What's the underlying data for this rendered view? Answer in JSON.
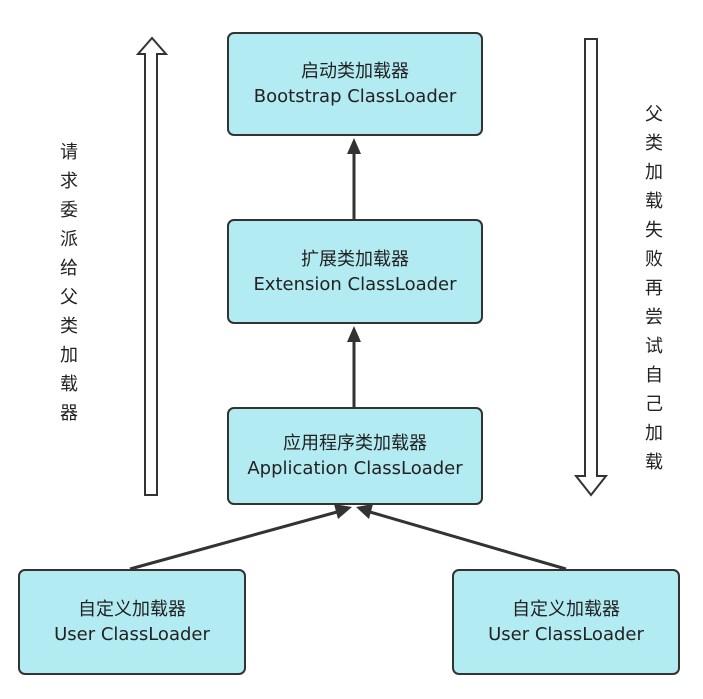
{
  "nodes": {
    "bootstrap": {
      "cn": "启动类加载器",
      "en": "Bootstrap ClassLoader"
    },
    "extension": {
      "cn": "扩展类加载器",
      "en": "Extension ClassLoader"
    },
    "application": {
      "cn": "应用程序类加载器",
      "en": "Application ClassLoader"
    },
    "user_left": {
      "cn": "自定义加载器",
      "en": "User ClassLoader"
    },
    "user_right": {
      "cn": "自定义加载器",
      "en": "User ClassLoader"
    }
  },
  "side_labels": {
    "left": "请求委派给父类加载器",
    "right": "父类加载失败再尝试自己加载"
  },
  "colors": {
    "node_fill": "#b3ebf2",
    "stroke": "#333333",
    "text": "#222222"
  }
}
